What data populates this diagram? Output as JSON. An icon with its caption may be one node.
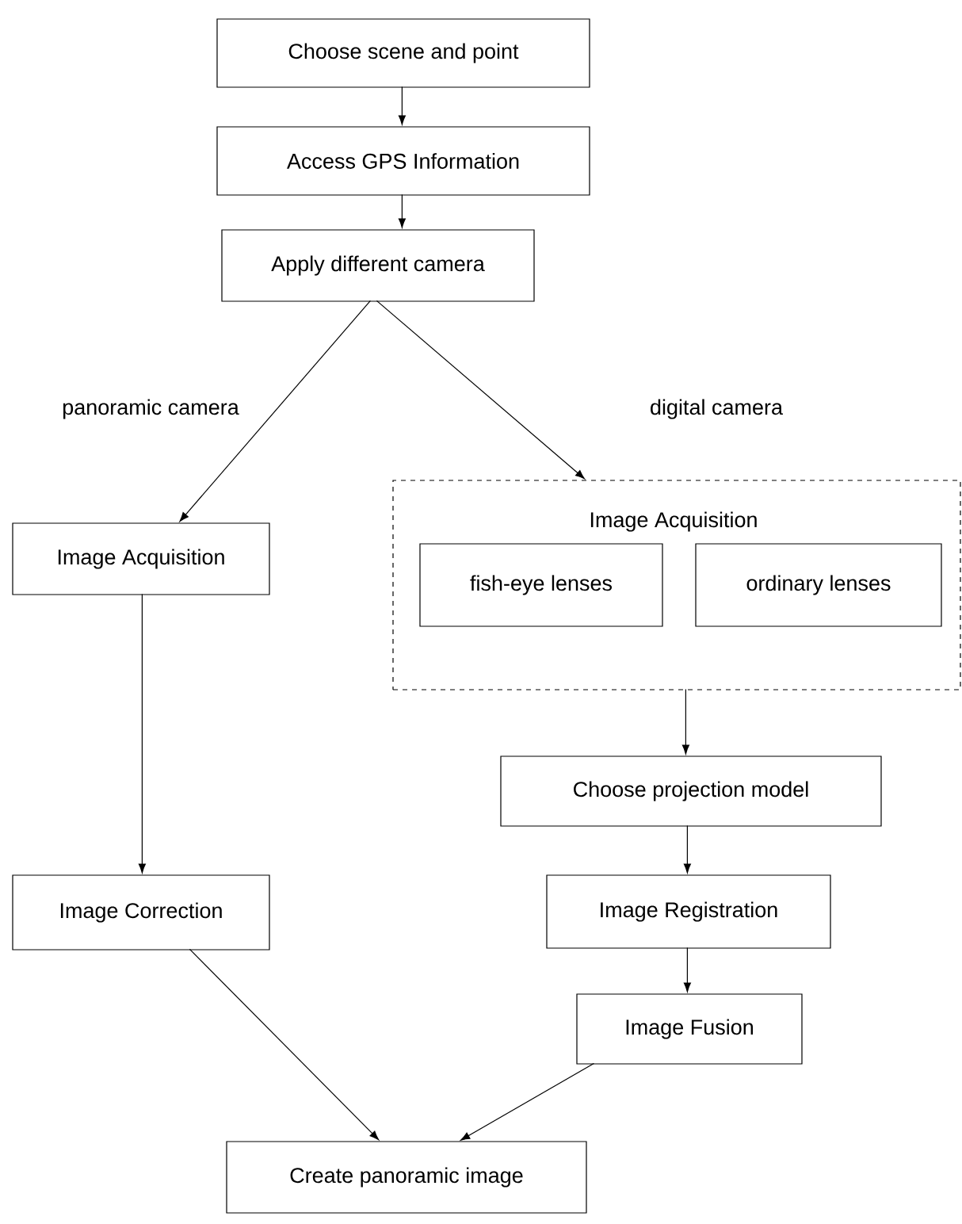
{
  "diagram": {
    "nodes": [
      {
        "text": [
          "Choose scene and point"
        ]
      },
      {
        "text": [
          "Access GPS Information"
        ]
      },
      {
        "text": [
          "Apply different camera"
        ]
      },
      {
        "text": [
          "Image Acquisition"
        ]
      },
      {
        "text": [
          "fish-eye lenses"
        ],
        "in": 3
      },
      {
        "text": [
          "ordinary lenses"
        ],
        "in": 3
      },
      {
        "text": [
          "Image Acquisition"
        ]
      },
      {
        "text": [
          "Image Correction"
        ]
      },
      {
        "text": [
          "Choose projection model"
        ]
      },
      {
        "text": [
          "Image Registration"
        ]
      },
      {
        "text": [
          "Image Fusion"
        ]
      },
      {
        "text": [
          "Create panoramic image"
        ]
      }
    ],
    "edges": [
      {
        "from": 0,
        "to": 1,
        "arrow": "to"
      },
      {
        "from": 1,
        "to": 2,
        "arrow": "to"
      },
      {
        "from": 2,
        "to": 6,
        "arrow": "to",
        "label": "panoramic camera"
      },
      {
        "from": 2,
        "to": 3,
        "arrow": "to",
        "label": "digital camera"
      },
      {
        "from": 6,
        "to": 7,
        "arrow": "to"
      },
      {
        "from": 3,
        "to": 8,
        "arrow": "to"
      },
      {
        "from": 8,
        "to": 9,
        "arrow": "to"
      },
      {
        "from": 9,
        "to": 10,
        "arrow": "to"
      },
      {
        "from": 7,
        "to": 11,
        "arrow": "to"
      },
      {
        "from": 10,
        "to": 11,
        "arrow": "to"
      }
    ]
  }
}
